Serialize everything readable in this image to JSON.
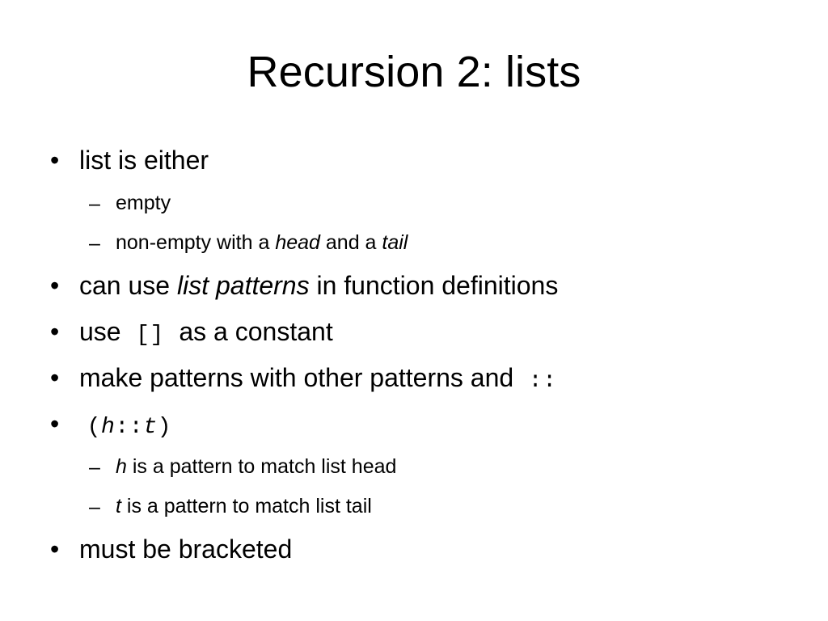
{
  "slide": {
    "background_color": "#ffffff",
    "text_color": "#000000",
    "title": "Recursion 2: lists",
    "bullets": [
      {
        "level": 1,
        "marker": "•",
        "text": "list is either",
        "name": "bullet-list-is-either"
      },
      {
        "level": 2,
        "marker": "–",
        "text": "empty",
        "name": "bullet-empty"
      },
      {
        "level": 2,
        "marker": "–",
        "text": "non-empty with a head and a tail",
        "name": "bullet-non-empty",
        "runs": [
          {
            "t": "non-empty with a ",
            "style": "normal"
          },
          {
            "t": "head",
            "style": "italic"
          },
          {
            "t": " and a ",
            "style": "normal"
          },
          {
            "t": "tail",
            "style": "italic"
          }
        ]
      },
      {
        "level": 1,
        "marker": "•",
        "text": "can use list patterns in function definitions",
        "name": "bullet-list-patterns",
        "runs": [
          {
            "t": "can use ",
            "style": "normal"
          },
          {
            "t": "list patterns",
            "style": "italic"
          },
          {
            "t": " in function definitions",
            "style": "normal"
          }
        ]
      },
      {
        "level": 1,
        "marker": "•",
        "text": "use [] as a constant",
        "name": "bullet-empty-list-constant",
        "runs": [
          {
            "t": "use ",
            "style": "normal"
          },
          {
            "t": "[]",
            "style": "mono"
          },
          {
            "t": " as a constant",
            "style": "normal"
          }
        ]
      },
      {
        "level": 1,
        "marker": "•",
        "text": "make patterns with other patterns and ::",
        "name": "bullet-make-patterns",
        "runs": [
          {
            "t": "make patterns with other patterns and ",
            "style": "normal"
          },
          {
            "t": "::",
            "style": "mono"
          }
        ]
      },
      {
        "level": 1,
        "marker": "•",
        "text": "(h::t)",
        "name": "bullet-cons-pattern",
        "runs": [
          {
            "t": "(",
            "style": "mono"
          },
          {
            "t": "h",
            "style": "mono-italic"
          },
          {
            "t": "::",
            "style": "mono"
          },
          {
            "t": "t",
            "style": "mono-italic"
          },
          {
            "t": ")",
            "style": "mono"
          }
        ]
      },
      {
        "level": 2,
        "marker": "–",
        "text": "h is a pattern to match list head",
        "name": "bullet-h-head",
        "runs": [
          {
            "t": "h",
            "style": "italic"
          },
          {
            "t": " is a pattern to match list head",
            "style": "normal"
          }
        ]
      },
      {
        "level": 2,
        "marker": "–",
        "text": "t is a pattern to match list tail",
        "name": "bullet-t-tail",
        "runs": [
          {
            "t": "t",
            "style": "italic"
          },
          {
            "t": " is a pattern to match list tail",
            "style": "normal"
          }
        ]
      },
      {
        "level": 1,
        "marker": "•",
        "text": "must be bracketed",
        "name": "bullet-must-be-bracketed"
      }
    ]
  }
}
